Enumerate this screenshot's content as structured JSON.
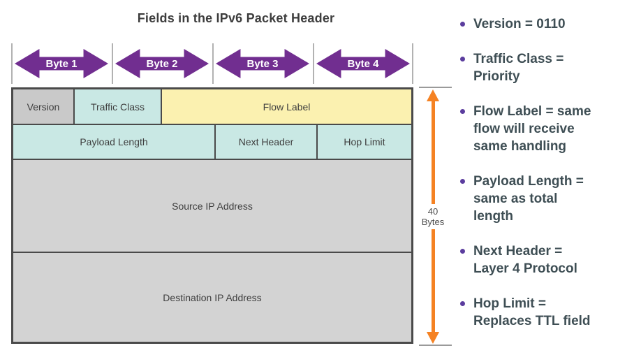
{
  "title": "Fields in the IPv6 Packet Header",
  "byte_arrows": [
    {
      "label": "Byte 1"
    },
    {
      "label": "Byte 2"
    },
    {
      "label": "Byte 3"
    },
    {
      "label": "Byte 4"
    }
  ],
  "table": {
    "rows": [
      {
        "cells": [
          {
            "label": "Version",
            "fill": "cell_gray"
          },
          {
            "label": "Traffic Class",
            "fill": "cell_teal"
          },
          {
            "label": "Flow Label",
            "fill": "cell_yellow"
          }
        ]
      },
      {
        "cells": [
          {
            "label": "Payload Length",
            "fill": "cell_teal"
          },
          {
            "label": "Next Header",
            "fill": "cell_teal"
          },
          {
            "label": "Hop Limit",
            "fill": "cell_teal"
          }
        ]
      },
      {
        "cells": [
          {
            "label": "Source IP Address",
            "fill": "cell_gray_light"
          }
        ]
      },
      {
        "cells": [
          {
            "label": "Destination IP Address",
            "fill": "cell_gray_light"
          }
        ]
      }
    ]
  },
  "measure": {
    "label": "40\nBytes"
  },
  "notes": [
    {
      "text": "Version = 0110"
    },
    {
      "text": "Traffic Class =\nPriority"
    },
    {
      "text": "Flow Label = same\nflow will receive\nsame handling"
    },
    {
      "text": "Payload Length =\nsame as total\nlength"
    },
    {
      "text": "Next Header =\nLayer 4 Protocol"
    },
    {
      "text": "Hop Limit =\nReplaces TTL field"
    }
  ],
  "colors": {
    "arrow_purple": "#712e90",
    "measure_orange": "#f58223",
    "cell_teal": "#c9e8e4",
    "cell_yellow": "#fbf1b0",
    "cell_gray": "#c9c9c9",
    "cell_gray_light": "#d3d3d3",
    "note_text": "#3e4e54",
    "bullet_dot": "#5b3d9e"
  }
}
